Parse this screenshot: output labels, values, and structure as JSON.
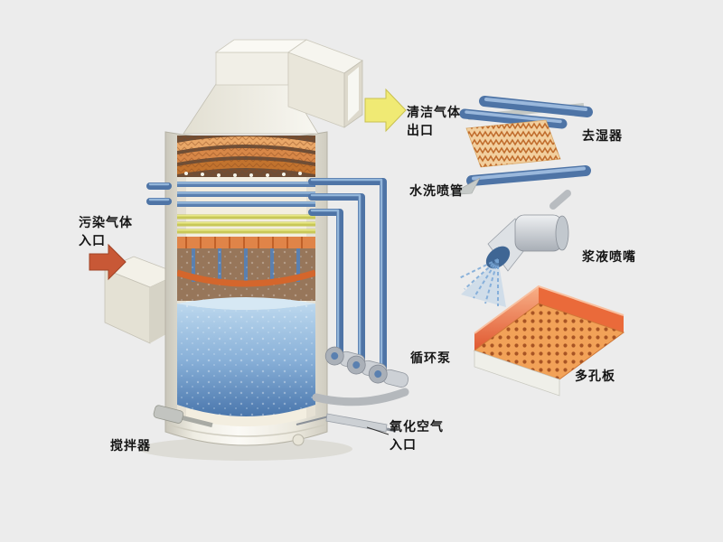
{
  "diagram": {
    "labels": {
      "polluted_gas_inlet": "污染气体\n入口",
      "clean_gas_outlet": "清洁气体\n出口",
      "demister": "去湿器",
      "wash_spray_pipe": "水洗喷管",
      "slurry_nozzle": "浆液喷嘴",
      "circulation_pump": "循环泵",
      "perforated_plate": "多孔板",
      "oxidation_air_inlet": "氧化空气\n入口",
      "agitator": "搅拌器"
    },
    "colors": {
      "background": "#ececec",
      "clean_gas_arrow": "#f0ea74",
      "polluted_gas_arrow": "#c85836",
      "pipe_blue": "#4e74a6",
      "demister_orange": "#d88848",
      "plate_orange": "#f2a258",
      "slurry_liquid": "#6f9cc8",
      "tower_shell": "#f2efe6"
    }
  }
}
